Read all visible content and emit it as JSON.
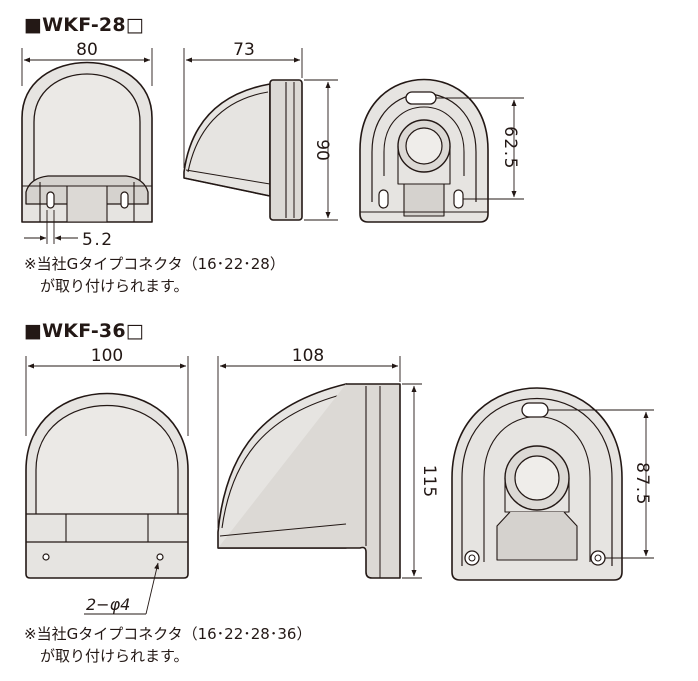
{
  "sections": [
    {
      "model": "■WKF-28□",
      "dims": {
        "front_width": "80",
        "side_depth": "73",
        "side_height": "90",
        "back_height": "62.5",
        "slot_width": "5.2"
      },
      "note_line1": "※当社Gタイプコネクタ（16･22･28）",
      "note_line2": "が取り付けられます。"
    },
    {
      "model": "■WKF-36□",
      "dims": {
        "front_width": "100",
        "side_depth": "108",
        "side_height": "115",
        "back_height": "87.5",
        "hole_label": "2−φ4"
      },
      "note_line1": "※当社Gタイプコネクタ（16･22･28･36）",
      "note_line2": "が取り付けられます。"
    }
  ],
  "colors": {
    "body": "#e6e4e1",
    "shade": "#cfccc8",
    "line": "#231815"
  }
}
